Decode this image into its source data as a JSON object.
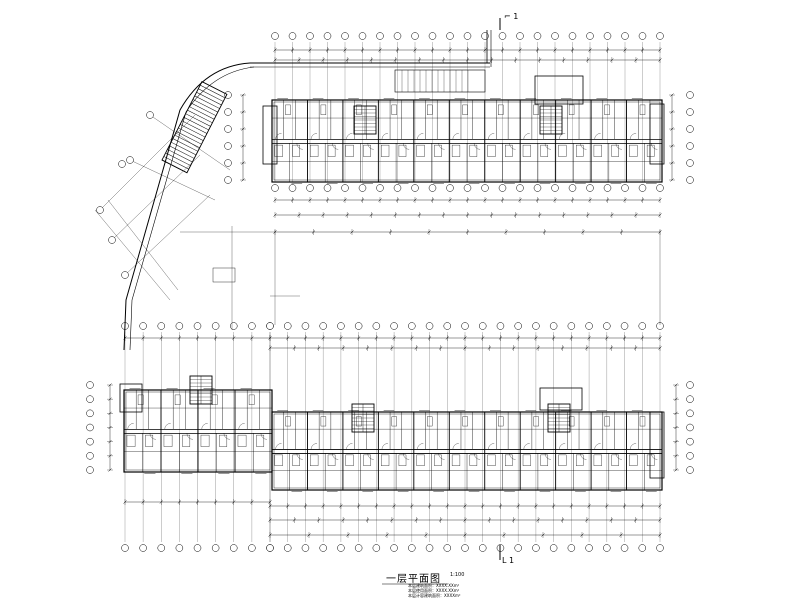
{
  "drawing": {
    "title": "一层平面图",
    "scale": "1:100",
    "section_marks": [
      "1",
      "1"
    ],
    "notes": [
      "本层建筑面积：XXXX.XXm²",
      "本层使用面积：XXXX.XXm²",
      "本层计容建筑面积：XXXXm²"
    ]
  },
  "colors": {
    "line": "#000000",
    "background": "#ffffff"
  }
}
